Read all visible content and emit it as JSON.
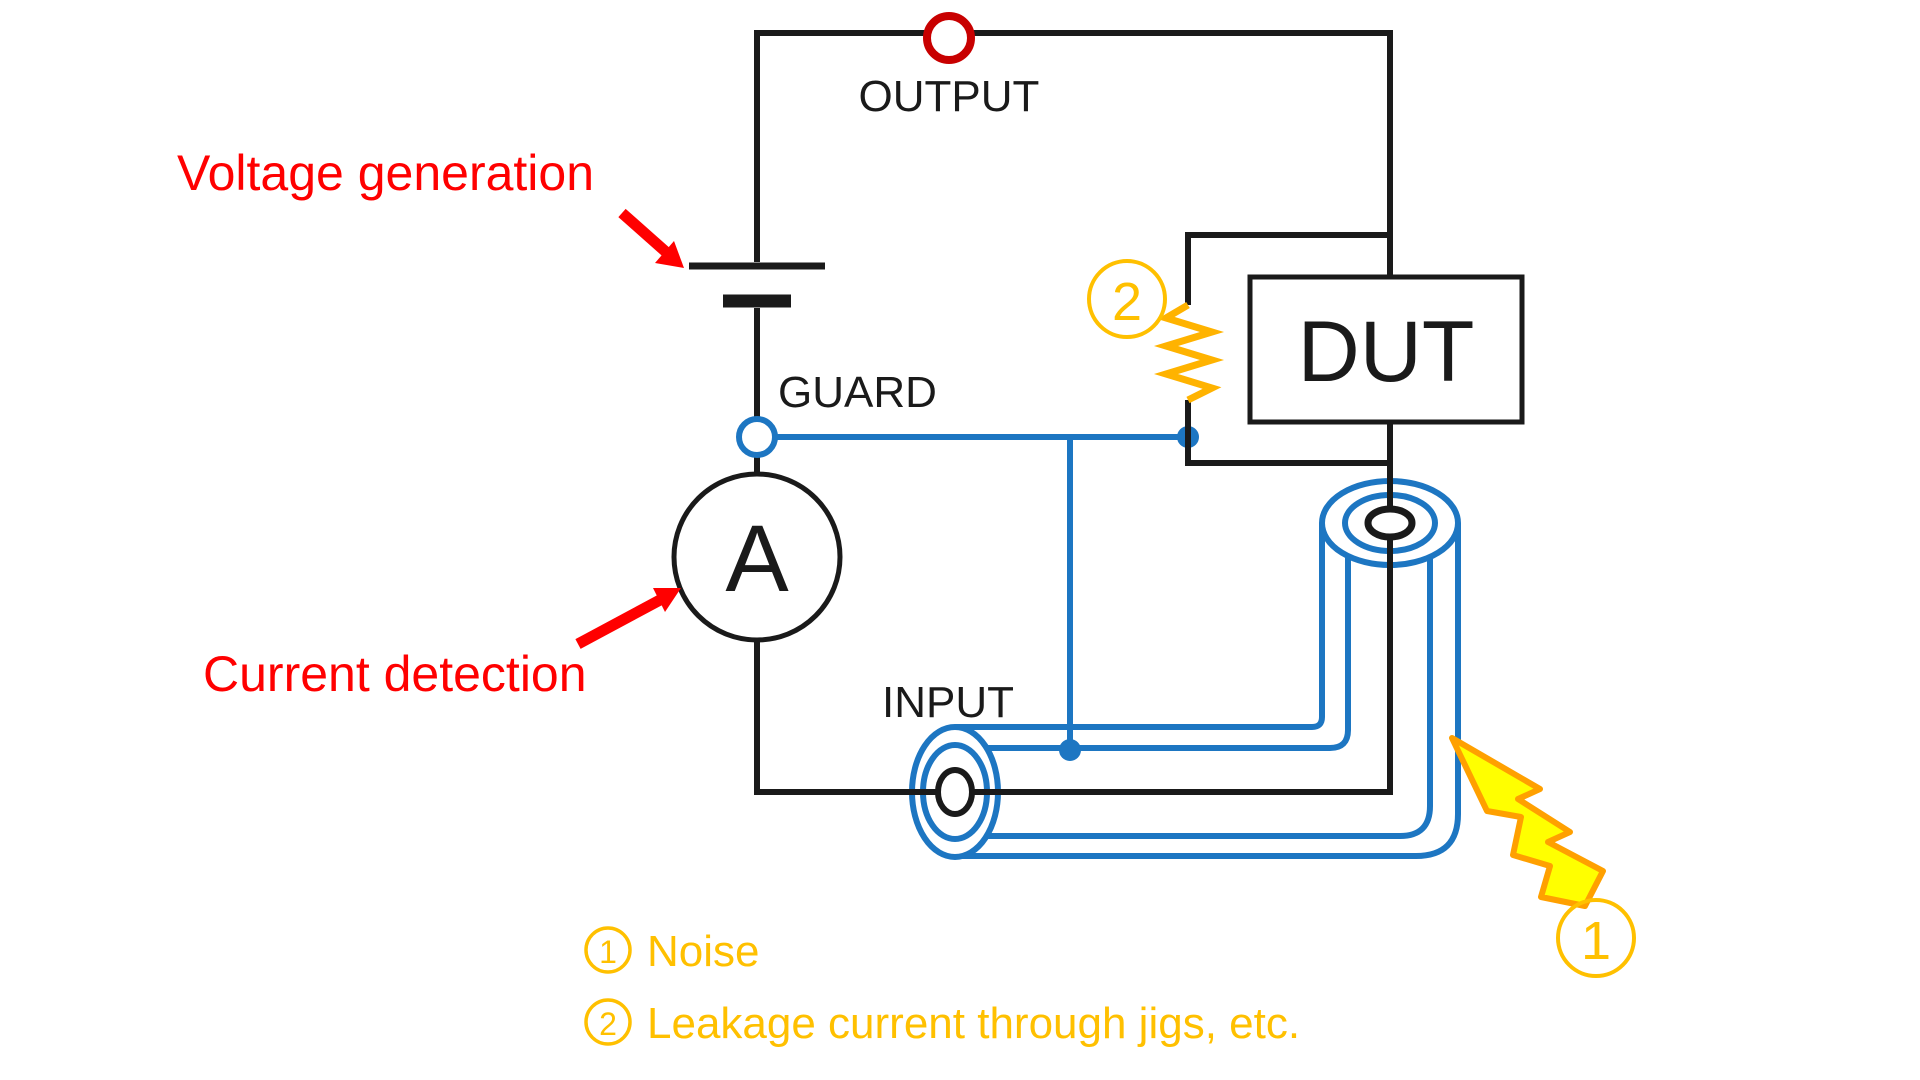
{
  "diagram": {
    "annotations": {
      "voltage_generation": "Voltage generation",
      "current_detection": "Current detection"
    },
    "terminals": {
      "output": "OUTPUT",
      "guard": "GUARD",
      "input": "INPUT"
    },
    "components": {
      "ammeter": "A",
      "dut": "DUT"
    },
    "callouts": {
      "noise_num": "1",
      "leakage_num": "2"
    },
    "legend": {
      "items": [
        {
          "num": "1",
          "text": "Noise"
        },
        {
          "num": "2",
          "text": "Leakage current through jigs, etc."
        }
      ]
    },
    "colors": {
      "wire_black": "#1a1a1a",
      "cable_blue": "#1d76c2",
      "label_red": "#ff0000",
      "terminal_red": "#c80000",
      "amber": "#ffc000",
      "resistor_orange": "#ffb300",
      "bolt_fill": "#ffff00",
      "bolt_stroke": "#ffa000"
    }
  }
}
